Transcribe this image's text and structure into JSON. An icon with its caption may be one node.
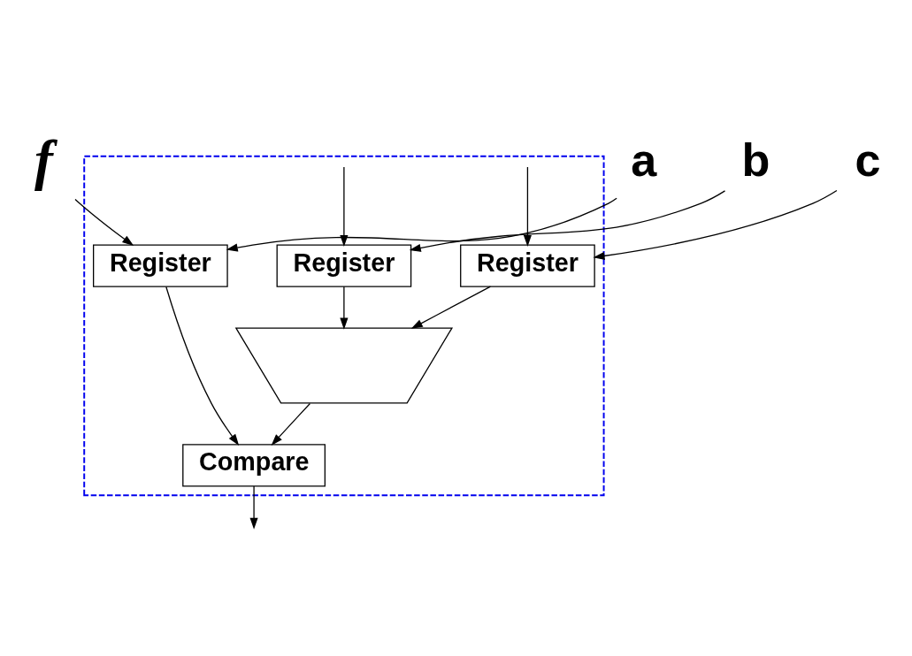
{
  "diagram": {
    "nodes": [
      {
        "text": [
          "a"
        ]
      },
      {
        "text": [
          "b"
        ]
      },
      {
        "text": [
          "c"
        ]
      },
      {
        "text": [
          "f"
        ]
      },
      {
        "text": [],
        "shape": "box"
      },
      {
        "text": [
          "Register"
        ],
        "in": 4
      },
      {
        "text": [
          "Register"
        ],
        "in": 4
      },
      {
        "text": [
          "Register"
        ],
        "in": 4
      },
      {
        "text": [],
        "shape": "trapezoid",
        "in": 4
      },
      {
        "text": [
          "Compare"
        ],
        "in": 4
      }
    ],
    "edges": [
      {
        "from": 0,
        "to": 5,
        "arrow": "to"
      },
      {
        "from": 1,
        "to": 6,
        "arrow": "to"
      },
      {
        "from": 2,
        "to": 7,
        "arrow": "to"
      },
      {
        "from": 3,
        "to": 5,
        "arrow": "to"
      },
      {
        "from": null,
        "to": 6,
        "arrow": "to"
      },
      {
        "from": null,
        "to": 7,
        "arrow": "to"
      },
      {
        "from": 6,
        "to": 8,
        "arrow": "to"
      },
      {
        "from": 7,
        "to": 8,
        "arrow": "to"
      },
      {
        "from": 5,
        "to": 9,
        "arrow": "to"
      },
      {
        "from": 8,
        "to": 9,
        "arrow": "to"
      },
      {
        "from": 9,
        "to": null,
        "arrow": "to"
      }
    ]
  }
}
